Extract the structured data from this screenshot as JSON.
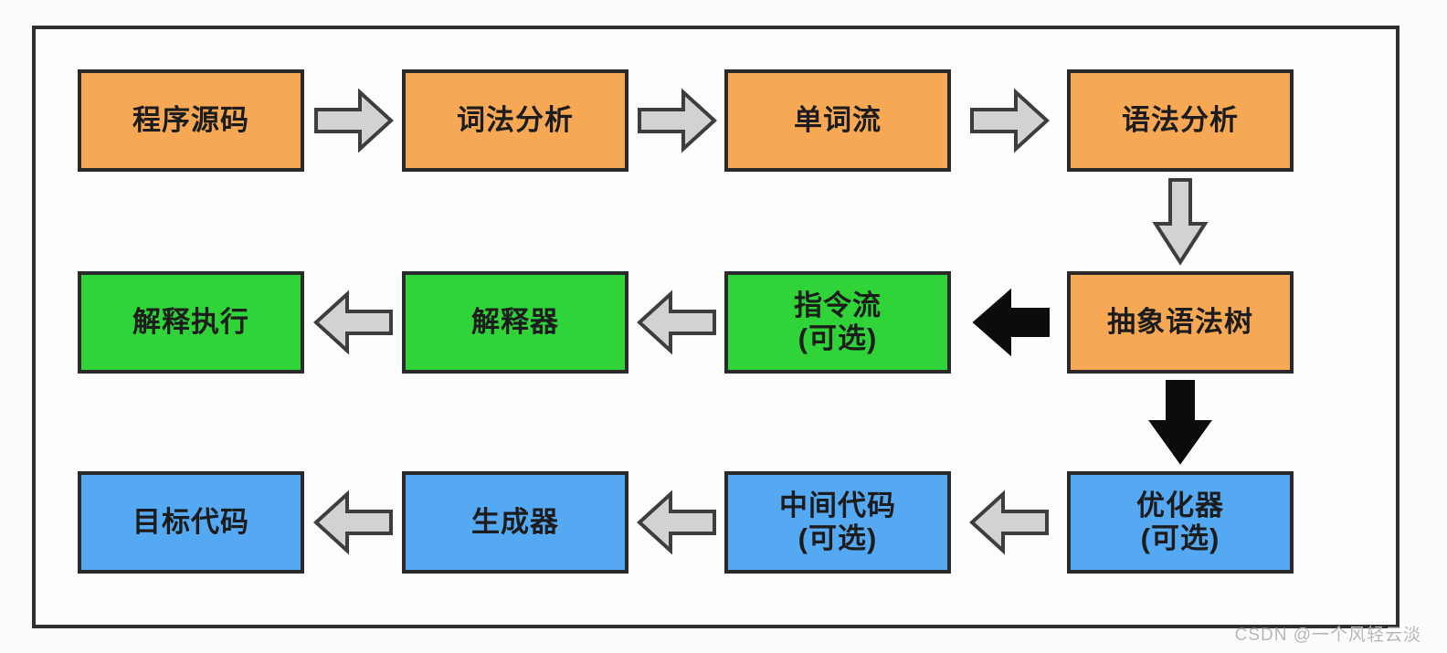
{
  "colors": {
    "bg": "#fcfcfc",
    "frame-border": "#2f2f2f",
    "box-border": "#2a2a2a",
    "orange": "#f6a855",
    "green": "#30d438",
    "blue": "#55a8f2",
    "arrow-fill": "#d2d2d2",
    "arrow-stroke": "#3d3d3d",
    "arrow-black": "#0c0c0c",
    "text": "#1c1c1c",
    "watermark": "#b4b8bd"
  },
  "nodes": {
    "source_code": {
      "label": "程序源码"
    },
    "lexer": {
      "label": "词法分析"
    },
    "token_stream": {
      "label": "单词流"
    },
    "parser": {
      "label": "语法分析"
    },
    "interpret_execute": {
      "label": "解释执行"
    },
    "interpreter": {
      "label": "解释器"
    },
    "instruction_stream": {
      "label": "指令流",
      "sublabel": "(可选)"
    },
    "ast": {
      "label": "抽象语法树"
    },
    "target_code": {
      "label": "目标代码"
    },
    "generator": {
      "label": "生成器"
    },
    "intermediate_code": {
      "label": "中间代码",
      "sublabel": "(可选)"
    },
    "optimizer": {
      "label": "优化器",
      "sublabel": "(可选)"
    }
  },
  "edges": [
    {
      "from": "程序源码",
      "to": "词法分析",
      "direction": "right",
      "style": "gray"
    },
    {
      "from": "词法分析",
      "to": "单词流",
      "direction": "right",
      "style": "gray"
    },
    {
      "from": "单词流",
      "to": "语法分析",
      "direction": "right",
      "style": "gray"
    },
    {
      "from": "语法分析",
      "to": "抽象语法树",
      "direction": "down",
      "style": "gray"
    },
    {
      "from": "抽象语法树",
      "to": "指令流 (可选)",
      "direction": "left",
      "style": "black"
    },
    {
      "from": "指令流 (可选)",
      "to": "解释器",
      "direction": "left",
      "style": "gray"
    },
    {
      "from": "解释器",
      "to": "解释执行",
      "direction": "left",
      "style": "gray"
    },
    {
      "from": "抽象语法树",
      "to": "优化器 (可选)",
      "direction": "down",
      "style": "black"
    },
    {
      "from": "优化器 (可选)",
      "to": "中间代码 (可选)",
      "direction": "left",
      "style": "gray"
    },
    {
      "from": "中间代码 (可选)",
      "to": "生成器",
      "direction": "left",
      "style": "gray"
    },
    {
      "from": "生成器",
      "to": "目标代码",
      "direction": "left",
      "style": "gray"
    }
  ],
  "watermark": "CSDN @一个风轻云淡"
}
